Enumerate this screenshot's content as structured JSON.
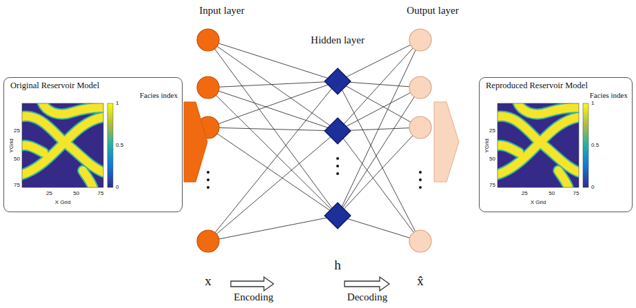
{
  "diagram": {
    "nodes": [
      {
        "text": [
          "Original Reservoir Model",
          "Facies index"
        ]
      },
      {
        "text": [
          "Reproduced Reservoir Model",
          "Facies index"
        ]
      }
    ],
    "labels": [
      "Input layer",
      "Hidden layer",
      "Output layer",
      "1",
      "0.5",
      "0",
      "YGrid",
      "25",
      "50",
      "75",
      "X Grid",
      "25",
      "50",
      "75",
      "1",
      "0.5",
      "0",
      "YGrid",
      "25",
      "50",
      "75",
      "X Grid",
      "25",
      "50",
      "75",
      "x",
      "h",
      "x̂",
      "Encoding",
      "Decoding"
    ]
  }
}
